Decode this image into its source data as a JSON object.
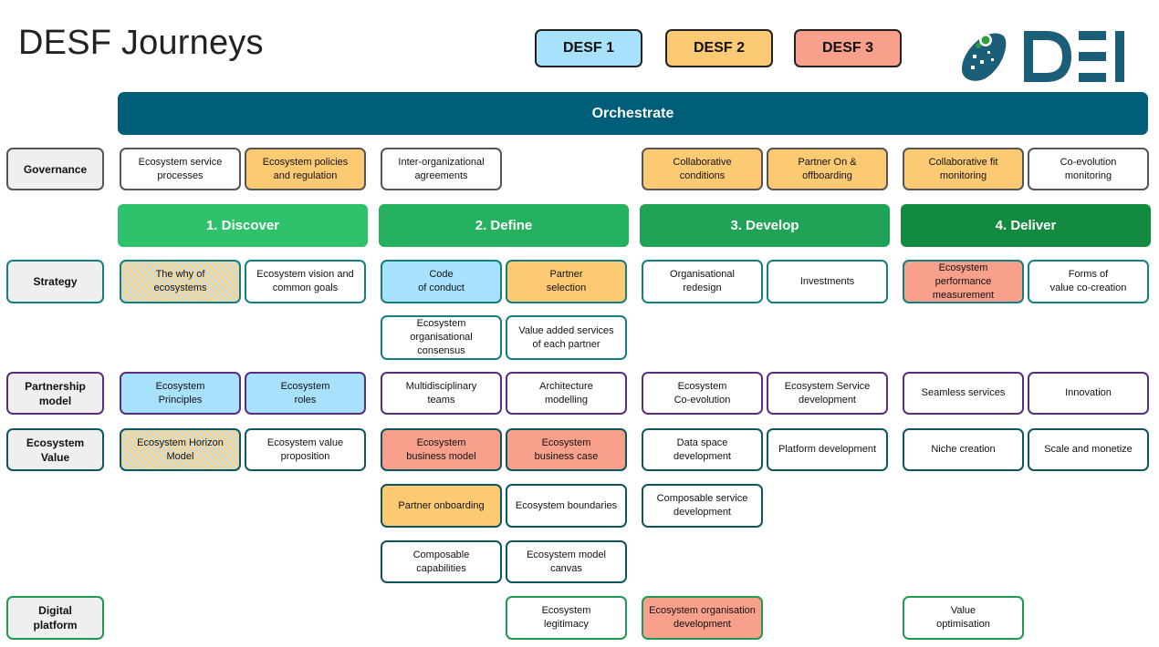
{
  "title": "DESF Journeys",
  "legend": [
    {
      "label": "DESF 1",
      "color": "#a8e1fb"
    },
    {
      "label": "DESF 2",
      "color": "#fdca74"
    },
    {
      "label": "DESF 3",
      "color": "#f9a08c"
    }
  ],
  "logo": {
    "text": "DEI",
    "color": "#1b5e78",
    "accent": "#2e9e3e"
  },
  "orchestrate": "Orchestrate",
  "phases": [
    {
      "label": "1. Discover",
      "color": "#2ec26c"
    },
    {
      "label": "2. Define",
      "color": "#25b15f"
    },
    {
      "label": "3. Develop",
      "color": "#1fa457"
    },
    {
      "label": "4. Deliver",
      "color": "#128a3f"
    }
  ],
  "rows": {
    "governance": "Governance",
    "strategy": "Strategy",
    "partnership": "Partnership\nmodel",
    "value": "Ecosystem\nValue",
    "digital": "Digital\nplatform"
  },
  "governance": {
    "g1": "Ecosystem service\nprocesses",
    "g2": "Ecosystem policies\nand regulation",
    "g3": "Inter-organizational\nagreements",
    "g4": "Collaborative\nconditions",
    "g5": "Partner On &\noffboarding",
    "g6": "Collaborative fit\nmonitoring",
    "g7": "Co-evolution\nmonitoring"
  },
  "strategy": {
    "s1": "The why of\necosystems",
    "s2": "Ecosystem vision and\ncommon goals",
    "s3": "Code\nof conduct",
    "s4": "Partner\nselection",
    "s5": "Organisational\nredesign",
    "s6": "Investments",
    "s7": "Ecosystem performance\nmeasurement",
    "s8": "Forms of\nvalue co-creation",
    "s9": "Ecosystem\norganisational\nconsensus",
    "s10": "Value added services\nof each partner"
  },
  "partnership": {
    "p1": "Ecosystem\nPrinciples",
    "p2": "Ecosystem\nroles",
    "p3": "Multidisciplinary\nteams",
    "p4": "Architecture\nmodelling",
    "p5": "Ecosystem\nCo-evolution",
    "p6": "Ecosystem Service\ndevelopment",
    "p7": "Seamless services",
    "p8": "Innovation"
  },
  "value": {
    "v1": "Ecosystem Horizon\nModel",
    "v2": "Ecosystem value\nproposition",
    "v3": "Ecosystem\nbusiness model",
    "v4": "Ecosystem\nbusiness case",
    "v5": "Data space\ndevelopment",
    "v6": "Platform development",
    "v7": "Niche creation",
    "v8": "Scale and monetize",
    "v9": "Partner onboarding",
    "v10": "Ecosystem boundaries",
    "v11": "Composable service\ndevelopment",
    "v12": "Composable\ncapabilities",
    "v13": "Ecosystem  model\ncanvas"
  },
  "digital": {
    "d1": "Ecosystem\nlegitimacy",
    "d2": "Ecosystem organisation\ndevelopment",
    "d3": "Value\noptimisation"
  }
}
